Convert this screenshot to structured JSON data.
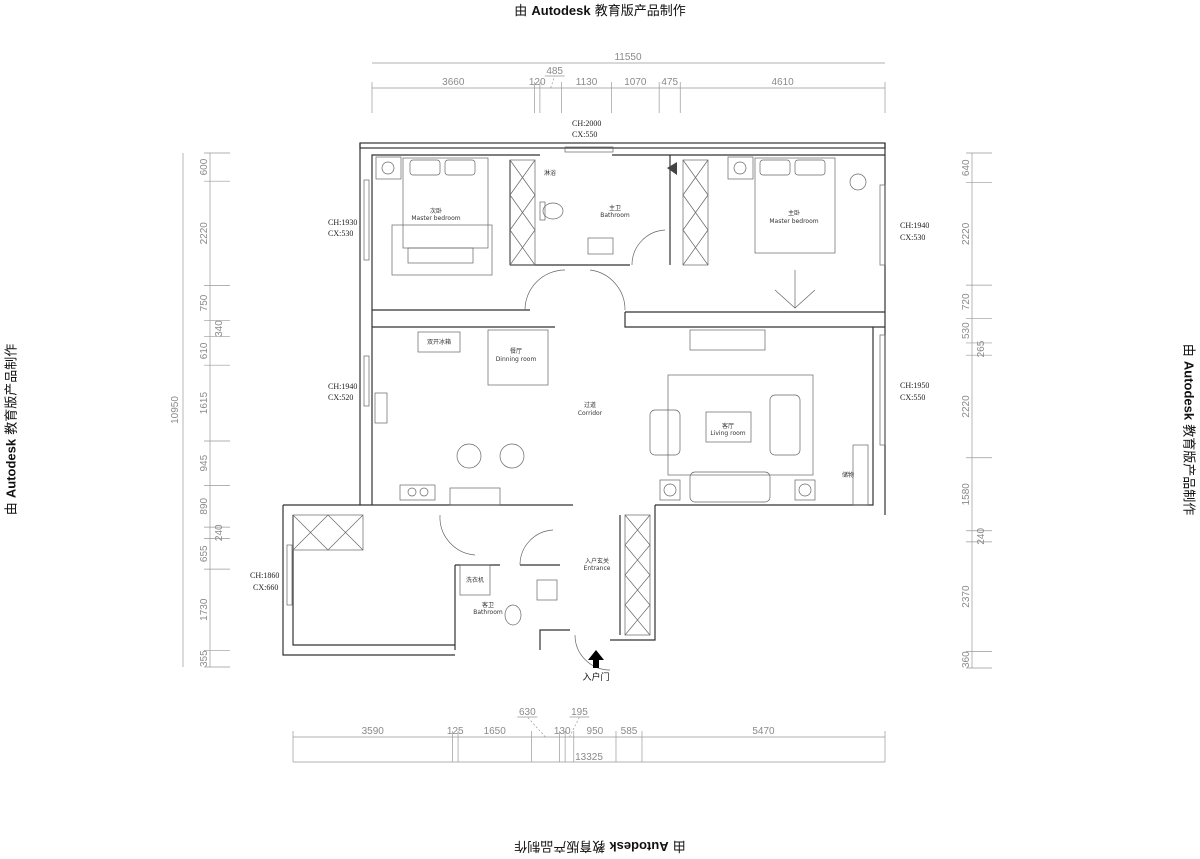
{
  "watermark": {
    "prefix": "由",
    "brand": "Autodesk",
    "suffix": "教育版产品制作"
  },
  "dimensions": {
    "top_total": "11550",
    "top_segments": [
      "3660",
      "120",
      "485",
      "1130",
      "1070",
      "475",
      "4610"
    ],
    "bottom_total": "13325",
    "bottom_segments": [
      "3590",
      "125",
      "1650",
      "630",
      "130",
      "195",
      "950",
      "585",
      "5470"
    ],
    "left_total": "10950",
    "left_segments": [
      "600",
      "2220",
      "750",
      "340",
      "610",
      "1615",
      "945",
      "890",
      "240",
      "655",
      "1730",
      "355"
    ],
    "right_segments": [
      "640",
      "2220",
      "720",
      "530",
      "265",
      "2220",
      "1580",
      "240",
      "2370",
      "360"
    ]
  },
  "windows": [
    {
      "ch": "CH:2000",
      "cx": "CX:550"
    },
    {
      "ch": "CH:1930",
      "cx": "CX:530"
    },
    {
      "ch": "CH:1940",
      "cx": "CX:520"
    },
    {
      "ch": "CH:1860",
      "cx": "CX:660"
    },
    {
      "ch": "CH:1940",
      "cx": "CX:530"
    },
    {
      "ch": "CH:1950",
      "cx": "CX:550"
    }
  ],
  "rooms": {
    "second_bedroom": {
      "cn": "次卧",
      "en": "Master bedroom"
    },
    "master_bath": {
      "cn": "主卫",
      "en": "Bathroom"
    },
    "master_bedroom": {
      "cn": "主卧",
      "en": "Master bedroom"
    },
    "dining": {
      "cn": "餐厅",
      "en": "Dinning room"
    },
    "corridor": {
      "cn": "过道",
      "en": "Corridor"
    },
    "living": {
      "cn": "客厅",
      "en": "Living room"
    },
    "entrance": {
      "cn": "入户玄关",
      "en": "Entrance"
    },
    "guest_bath": {
      "cn": "客卫",
      "en": "Bathroom"
    }
  },
  "fixtures": {
    "fridge": "双开冰箱",
    "shower": "淋浴",
    "washer": "洗衣机",
    "cabinet": "储物"
  },
  "entry_door": "入户门",
  "colors": {
    "wall": "#333333",
    "dimension": "#999999",
    "background": "#ffffff"
  }
}
